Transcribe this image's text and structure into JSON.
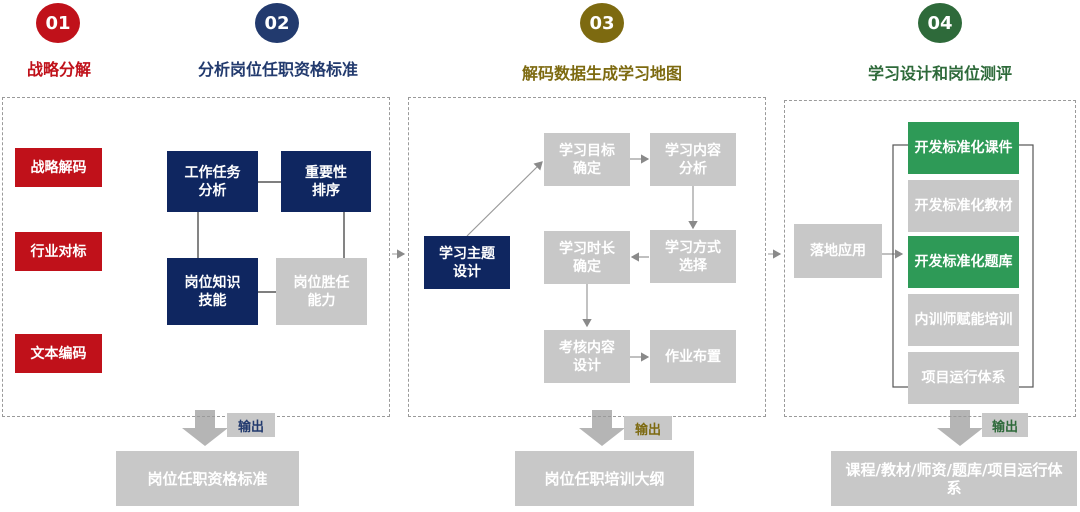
{
  "colors": {
    "red": "#c0111a",
    "navy": "#0f2660",
    "gold": "#7d6a10",
    "green": "#2e6a3a",
    "gray": "#c8c8c8"
  },
  "steps": [
    {
      "num": "01",
      "title": "战略分解"
    },
    {
      "num": "02",
      "title": "分析岗位任职资格标准"
    },
    {
      "num": "03",
      "title": "解码数据生成学习地图"
    },
    {
      "num": "04",
      "title": "学习设计和岗位测评"
    }
  ],
  "panel1": {
    "red_items": [
      "战略解码",
      "行业对标",
      "文本编码"
    ],
    "task_analysis": "工作任务\n分析",
    "importance": "重要性\n排序",
    "knowledge": "岗位知识\n技能",
    "competency": "岗位胜任\n能力"
  },
  "panel2": {
    "theme": "学习主题\n设计",
    "goal": "学习目标\n确定",
    "content_analysis": "学习内容\n分析",
    "method": "学习方式\n选择",
    "duration": "学习时长\n确定",
    "assessment": "考核内容\n设计",
    "homework": "作业布置"
  },
  "panel3": {
    "apply": "落地应用",
    "items": [
      "开发标准化课件",
      "开发标准化教材",
      "开发标准化题库",
      "内训师赋能培训",
      "项目运行体系"
    ]
  },
  "output_label": "输出",
  "results": [
    "岗位任职资格标准",
    "岗位任职培训大纲",
    "课程/教材/师资/题库/项目运行体系"
  ]
}
